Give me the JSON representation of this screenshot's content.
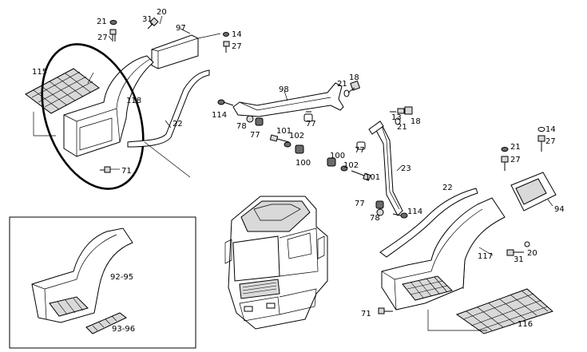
{
  "colors": {
    "ink": "#000000",
    "paper": "#ffffff",
    "shade": "#d9d9d9",
    "dark": "#6b6b6b"
  },
  "callouts": {
    "c21a": "21",
    "c20a": "20",
    "c31a": "31",
    "c27a": "27",
    "c97": "97",
    "c14a": "14",
    "c27b": "27",
    "c115": "115",
    "c118": "118",
    "c22a": "22",
    "c71a": "71",
    "c98": "98",
    "c21b": "21",
    "c18a": "18",
    "c114a": "114",
    "c78a": "78",
    "c77a": "77",
    "c101a": "101",
    "c102a": "102",
    "c100a": "100",
    "c77b": "77",
    "c13": "13",
    "c21c": "21",
    "c18b": "18",
    "c77c": "77",
    "c100b": "100",
    "c102b": "102",
    "c101b": "101",
    "c23": "23",
    "c77d": "77",
    "c78b": "78",
    "c114b": "114",
    "c14b": "14",
    "c27c": "27",
    "c21d": "21",
    "c27d": "27",
    "c22b": "22",
    "c94": "94",
    "c117": "117",
    "c31b": "31",
    "c20b": "20",
    "c71b": "71",
    "c116": "116",
    "c92_95": "92-95",
    "c93_96": "93-96"
  }
}
